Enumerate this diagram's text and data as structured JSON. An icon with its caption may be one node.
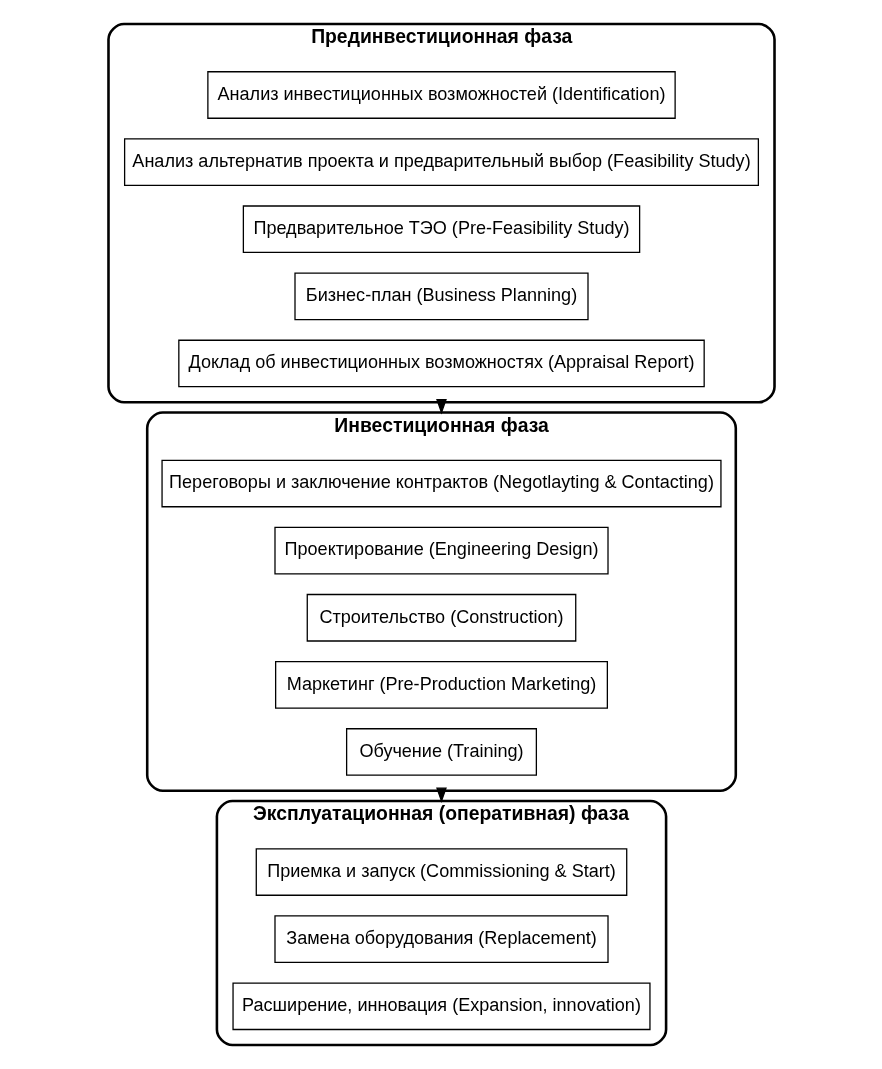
{
  "diagram": {
    "nodes": [
      {
        "text": [
          "Прединвестиционная фаза"
        ]
      },
      {
        "text": [
          "Анализ инвестиционных возможностей (Identification)"
        ],
        "in": 0
      },
      {
        "text": [
          "Анализ альтернатив проекта и предварительный выбор (Feasibility Study)"
        ],
        "in": 0
      },
      {
        "text": [
          "Предварительное ТЭО (Pre-Feasibility Study)"
        ],
        "in": 0
      },
      {
        "text": [
          "Бизнес-план (Business Planning)"
        ],
        "in": 0
      },
      {
        "text": [
          "Доклад об инвестиционных возможностях (Appraisal Report)"
        ],
        "in": 0
      },
      {
        "text": [
          "Инвестиционная фаза"
        ]
      },
      {
        "text": [
          "Переговоры и заключение контрактов (Negotlayting & Contacting)"
        ],
        "in": 6
      },
      {
        "text": [
          "Проектирование (Engineering Design)"
        ],
        "in": 6
      },
      {
        "text": [
          "Строительство (Construction)"
        ],
        "in": 6
      },
      {
        "text": [
          "Маркетинг (Pre-Production Marketing)"
        ],
        "in": 6
      },
      {
        "text": [
          "Обучение (Training)"
        ],
        "in": 6
      },
      {
        "text": [
          "Эксплуатационная (оперативная) фаза"
        ]
      },
      {
        "text": [
          "Приемка и запуск (Commissioning & Start)"
        ],
        "in": 12
      },
      {
        "text": [
          "Замена оборудования (Replacement)"
        ],
        "in": 12
      },
      {
        "text": [
          "Расширение, инновация (Expansion, innovation)"
        ],
        "in": 12
      }
    ],
    "edges": [
      {
        "from": 0,
        "to": 6,
        "arrow": "to"
      },
      {
        "from": 6,
        "to": 12,
        "arrow": "to"
      }
    ]
  }
}
